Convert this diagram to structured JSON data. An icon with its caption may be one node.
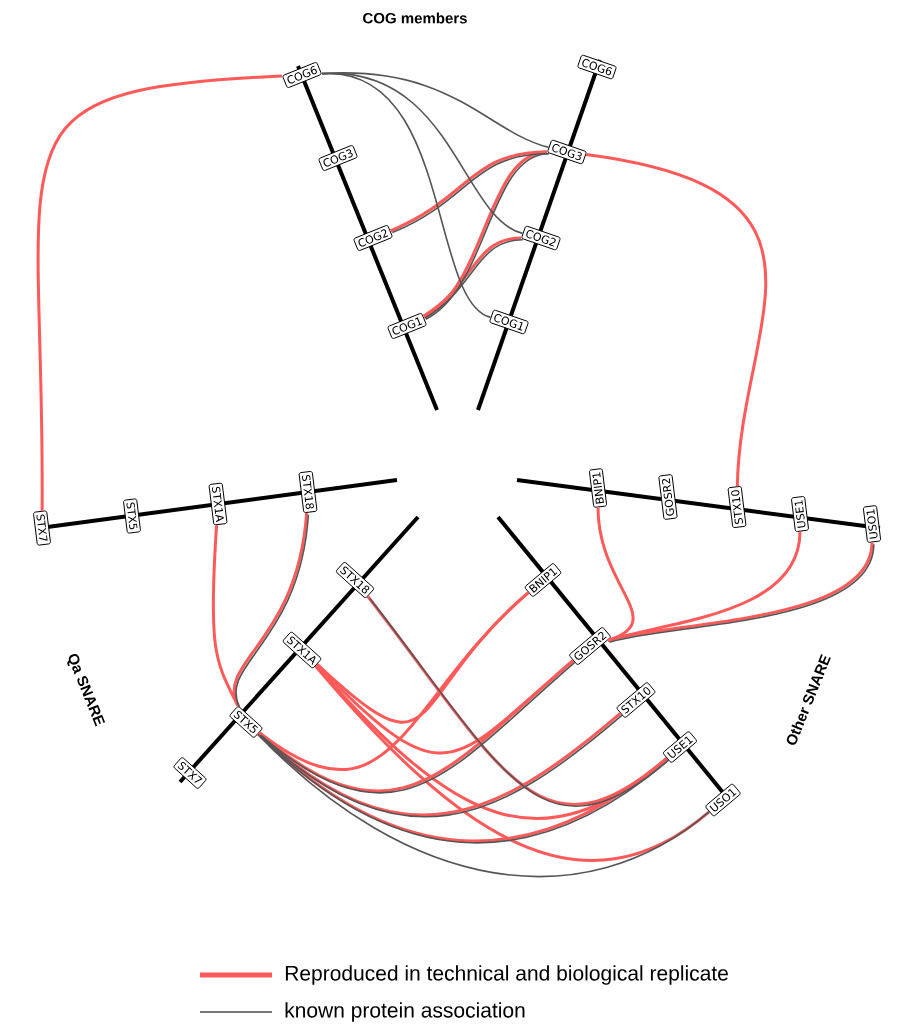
{
  "diagram": {
    "nodes": [
      {
        "text": [
          "COG6"
        ]
      },
      {
        "text": [
          "COG3"
        ]
      },
      {
        "text": [
          "COG2"
        ]
      },
      {
        "text": [
          "COG1"
        ]
      },
      {
        "text": [
          "COG6"
        ]
      },
      {
        "text": [
          "COG3"
        ]
      },
      {
        "text": [
          "COG2"
        ]
      },
      {
        "text": [
          "COG1"
        ]
      },
      {
        "text": [
          "STX7"
        ]
      },
      {
        "text": [
          "STX5"
        ]
      },
      {
        "text": [
          "STX1A"
        ]
      },
      {
        "text": [
          "STX18"
        ]
      },
      {
        "text": [
          "BNIP1"
        ]
      },
      {
        "text": [
          "GOSR2"
        ]
      },
      {
        "text": [
          "STX10"
        ]
      },
      {
        "text": [
          "USE1"
        ]
      },
      {
        "text": [
          "USO1"
        ]
      },
      {
        "text": [
          "STX18"
        ]
      },
      {
        "text": [
          "STX1A"
        ]
      },
      {
        "text": [
          "STX5"
        ]
      },
      {
        "text": [
          "STX7"
        ]
      },
      {
        "text": [
          "BNIP1"
        ]
      },
      {
        "text": [
          "GOSR2"
        ]
      },
      {
        "text": [
          "STX10"
        ]
      },
      {
        "text": [
          "USE1"
        ]
      },
      {
        "text": [
          "USO1"
        ]
      }
    ],
    "edges": [
      {
        "from": 0,
        "to": 8,
        "arrow": "none"
      },
      {
        "from": 5,
        "to": 14,
        "arrow": "none"
      },
      {
        "from": 2,
        "to": 5,
        "arrow": "none"
      },
      {
        "from": 3,
        "to": 5,
        "arrow": "none"
      },
      {
        "from": 3,
        "to": 6,
        "arrow": "none"
      },
      {
        "from": 10,
        "to": 19,
        "arrow": "none"
      },
      {
        "from": 11,
        "to": 19,
        "arrow": "none"
      },
      {
        "from": 12,
        "to": 22,
        "arrow": "none"
      },
      {
        "from": 15,
        "to": 22,
        "arrow": "none"
      },
      {
        "from": 16,
        "to": 22,
        "arrow": "none"
      },
      {
        "from": 17,
        "to": 24,
        "arrow": "none"
      },
      {
        "from": 18,
        "to": 21,
        "arrow": "none"
      },
      {
        "from": 18,
        "to": 22,
        "arrow": "none"
      },
      {
        "from": 18,
        "to": 24,
        "arrow": "none"
      },
      {
        "from": 18,
        "to": 25,
        "arrow": "none"
      },
      {
        "from": 19,
        "to": 21,
        "arrow": "none"
      },
      {
        "from": 19,
        "to": 22,
        "arrow": "none"
      },
      {
        "from": 19,
        "to": 23,
        "arrow": "none"
      },
      {
        "from": 19,
        "to": 24,
        "arrow": "none"
      },
      {
        "from": 0,
        "to": 5,
        "arrow": "none",
        "color": "#555555"
      },
      {
        "from": 0,
        "to": 6,
        "arrow": "none",
        "color": "#555555"
      },
      {
        "from": 0,
        "to": 7,
        "arrow": "none",
        "color": "#555555"
      },
      {
        "from": 2,
        "to": 5,
        "arrow": "none",
        "color": "#555555"
      },
      {
        "from": 3,
        "to": 5,
        "arrow": "none",
        "color": "#555555"
      },
      {
        "from": 3,
        "to": 6,
        "arrow": "none",
        "color": "#555555"
      },
      {
        "from": 11,
        "to": 19,
        "arrow": "none",
        "color": "#555555"
      },
      {
        "from": 16,
        "to": 22,
        "arrow": "none",
        "color": "#555555"
      },
      {
        "from": 17,
        "to": 24,
        "arrow": "none",
        "color": "#555555"
      },
      {
        "from": 19,
        "to": 22,
        "arrow": "none",
        "color": "#555555"
      },
      {
        "from": 19,
        "to": 23,
        "arrow": "none",
        "color": "#555555"
      },
      {
        "from": 19,
        "to": 24,
        "arrow": "none",
        "color": "#555555"
      },
      {
        "from": 19,
        "to": 25,
        "arrow": "none",
        "color": "#555555"
      }
    ],
    "labels": [
      "COG members",
      "Qa SNARE",
      "Other SNARE"
    ],
    "legend": [
      {
        "text": "Reproduced in technical and biological replicate"
      },
      {
        "text": "known protein association"
      }
    ]
  }
}
